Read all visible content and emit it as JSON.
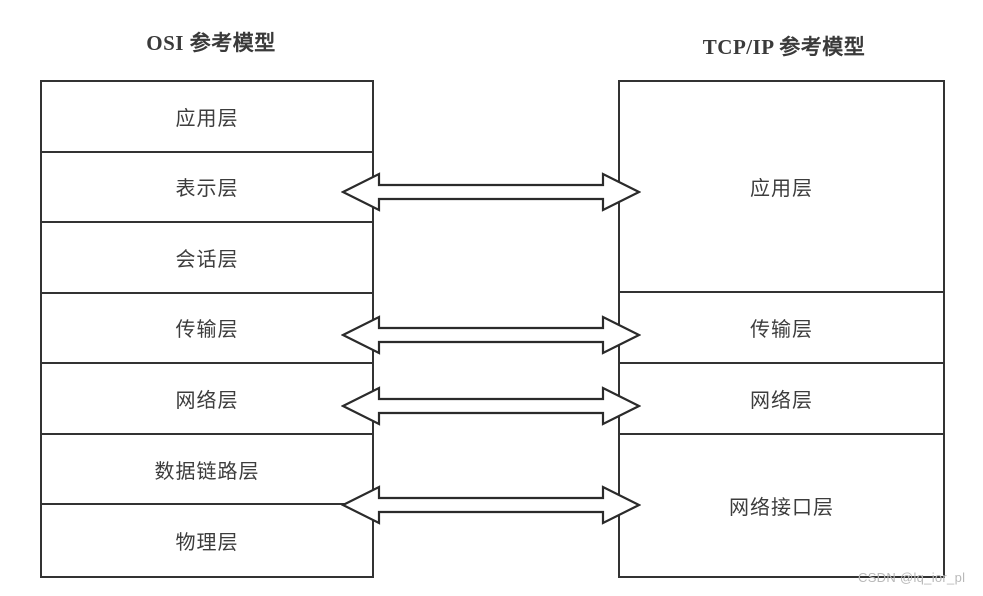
{
  "diagram": {
    "title_left": "OSI 参考模型",
    "title_right": "TCP/IP 参考模型",
    "osi_layers": [
      {
        "label": "应用层"
      },
      {
        "label": "表示层"
      },
      {
        "label": "会话层"
      },
      {
        "label": "传输层"
      },
      {
        "label": "网络层"
      },
      {
        "label": "数据链路层"
      },
      {
        "label": "物理层"
      }
    ],
    "tcpip_layers": [
      {
        "label": "应用层"
      },
      {
        "label": "传输层"
      },
      {
        "label": "网络层"
      },
      {
        "label": "网络接口层"
      }
    ],
    "mappings": [
      {
        "name": "application-mapping",
        "osi": "应用层 / 表示层 / 会话层",
        "tcpip": "应用层"
      },
      {
        "name": "transport-mapping",
        "osi": "传输层",
        "tcpip": "传输层"
      },
      {
        "name": "network-mapping",
        "osi": "网络层",
        "tcpip": "网络层"
      },
      {
        "name": "link-mapping",
        "osi": "数据链路层 / 物理层",
        "tcpip": "网络接口层"
      }
    ],
    "colors": {
      "stroke": "#333333",
      "text": "#3d3d3d",
      "background": "#ffffff",
      "watermark": "#b9b9b9"
    }
  },
  "watermark": {
    "text": "CSDN @lq_ior_pl"
  }
}
